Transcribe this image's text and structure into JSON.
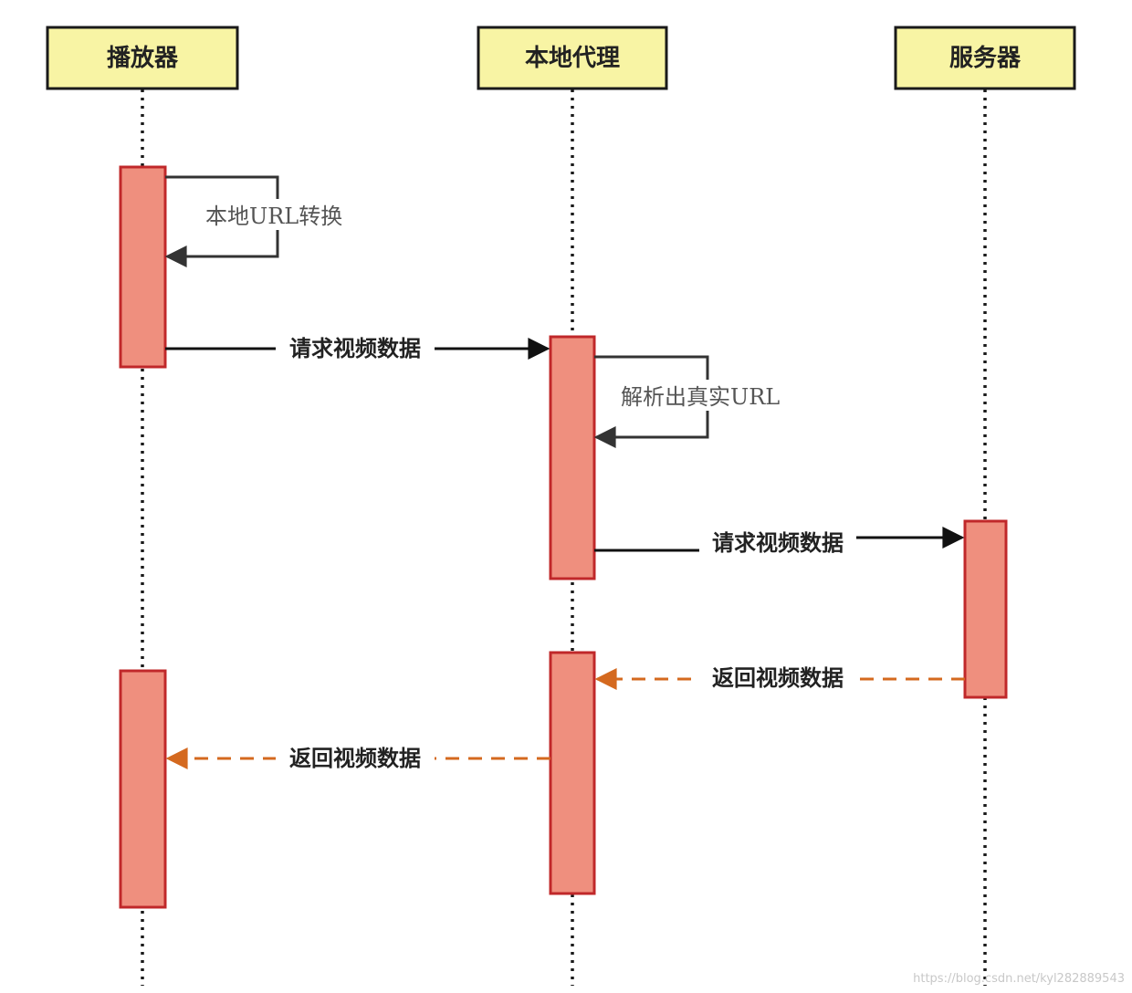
{
  "participants": {
    "player": "播放器",
    "proxy": "本地代理",
    "server": "服务器"
  },
  "messages": {
    "player_self": "本地URL转换",
    "player_to_proxy": "请求视频数据",
    "proxy_self": "解析出真实URL",
    "proxy_to_server": "请求视频数据",
    "server_to_proxy": "返回视频数据",
    "proxy_to_player": "返回视频数据"
  },
  "watermark": "https://blog.csdn.net/kyl282889543",
  "colors": {
    "participant_fill": "#f8f4a4",
    "activation_fill": "#ef8f7e",
    "activation_border": "#c0282a",
    "return_arrow": "#d4691f"
  }
}
